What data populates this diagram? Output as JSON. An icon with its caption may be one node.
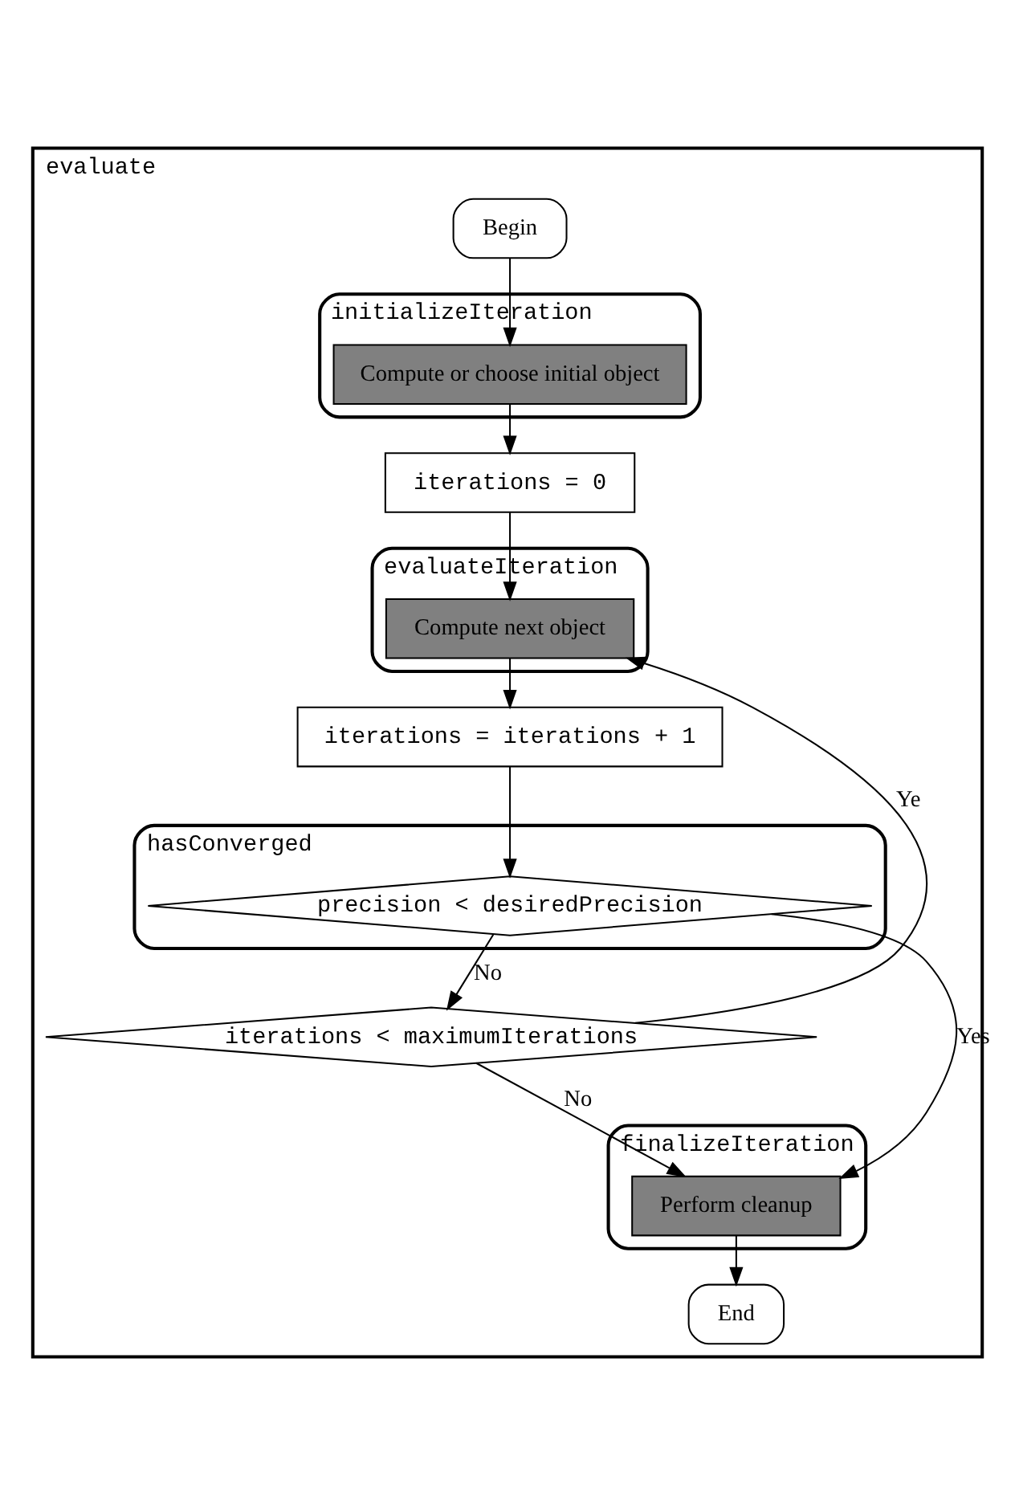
{
  "diagram": {
    "nodes": [
      {
        "text": [
          "evaluate"
        ]
      },
      {
        "text": [
          "Begin"
        ],
        "in": 0
      },
      {
        "text": [
          "initializeIteration"
        ],
        "in": 0
      },
      {
        "text": [
          "Compute or choose initial object"
        ],
        "in": 2
      },
      {
        "text": [
          "iterations = 0"
        ],
        "in": 0
      },
      {
        "text": [
          "evaluateIteration"
        ],
        "in": 0
      },
      {
        "text": [
          "Compute next object"
        ],
        "in": 5
      },
      {
        "text": [
          "iterations = iterations + 1"
        ],
        "in": 0
      },
      {
        "text": [
          "hasConverged"
        ],
        "in": 0
      },
      {
        "text": [
          "precision < desiredPrecision"
        ],
        "in": 8
      },
      {
        "text": [
          "iterations < maximumIterations"
        ],
        "in": 0
      },
      {
        "text": [
          "finalizeIteration"
        ],
        "in": 0
      },
      {
        "text": [
          "Perform cleanup"
        ],
        "in": 11
      },
      {
        "text": [
          "End"
        ],
        "in": 0
      }
    ],
    "edges": [
      {
        "from": 1,
        "to": 3,
        "arrow": "to"
      },
      {
        "from": 3,
        "to": 4,
        "arrow": "to"
      },
      {
        "from": 4,
        "to": 6,
        "arrow": "to"
      },
      {
        "from": 6,
        "to": 7,
        "arrow": "to"
      },
      {
        "from": 7,
        "to": 9,
        "arrow": "to"
      },
      {
        "from": 9,
        "to": 10,
        "arrow": "to",
        "label": "No"
      },
      {
        "from": 9,
        "to": 12,
        "arrow": "to",
        "label": "Yes"
      },
      {
        "from": 10,
        "to": 12,
        "arrow": "to",
        "label": "No"
      },
      {
        "from": 10,
        "to": 6,
        "arrow": "to",
        "label": "Ye"
      },
      {
        "from": 12,
        "to": 13,
        "arrow": "to"
      }
    ]
  }
}
